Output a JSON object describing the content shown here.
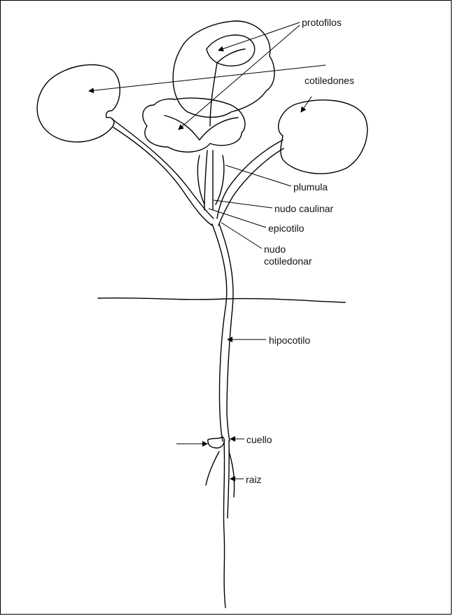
{
  "labels": {
    "protofilos": "protofilos",
    "cotiledones": "cotiledones",
    "plumula": "plumula",
    "nudo_caulinar": "nudo caulinar",
    "epicotilo": "epicotilo",
    "nudo_cotiledonar": "nudo\ncotiledonar",
    "hipocotilo": "hipocotilo",
    "cuello": "cuello",
    "raiz": "raiz"
  }
}
